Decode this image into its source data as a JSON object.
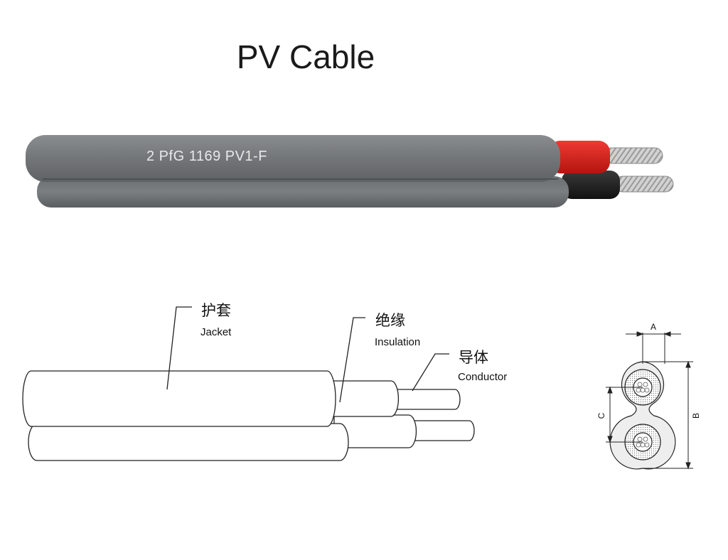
{
  "title": "PV Cable",
  "cable_marking": "2 PfG 1169 PV1-F",
  "labels": {
    "jacket": {
      "zh": "护套",
      "en": "Jacket"
    },
    "insulation": {
      "zh": "绝缘",
      "en": "Insulation"
    },
    "conductor": {
      "zh": "导体",
      "en": "Conductor"
    }
  },
  "dimensions": {
    "a": "A",
    "b": "B",
    "c": "C"
  },
  "colors": {
    "jacket": "#777a7d",
    "insulation_red": "#d8231f",
    "insulation_black": "#222222",
    "conductor": "#c9c9c9"
  }
}
